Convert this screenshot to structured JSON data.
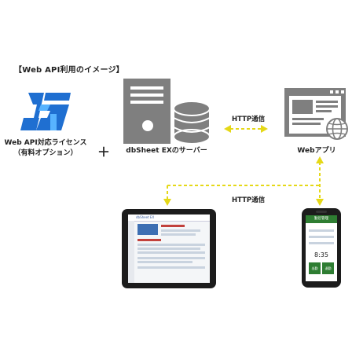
{
  "heading": "【Web API利用のイメージ】",
  "license": {
    "line1": "Web API対応ライセンス",
    "line2": "（有料オプション）"
  },
  "plus": "＋",
  "server_label": "dbSheet EXのサーバー",
  "webapp_label": "Webアプリ",
  "http_top": "HTTP通信",
  "http_bottom": "HTTP通信",
  "colors": {
    "arrow": "#e5d817",
    "icon_gray": "#7f7f7f",
    "logo_blue": "#1f6fd1",
    "phone_green": "#2e7d32"
  },
  "phone": {
    "header": "勤怠管理",
    "time": "8:35",
    "button_left": "出勤",
    "button_right": "退勤"
  },
  "tablet": {
    "app_title": "dbSheet EX"
  }
}
